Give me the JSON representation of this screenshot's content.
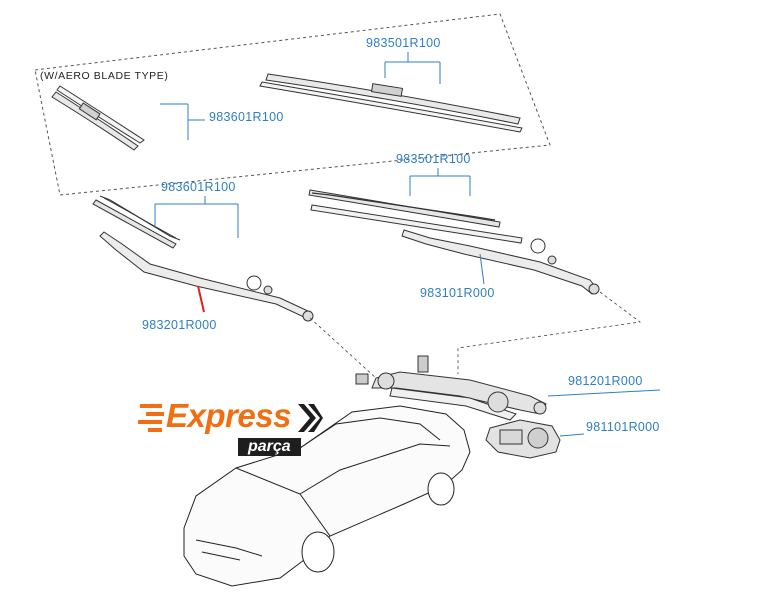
{
  "diagram": {
    "note": "(W/AERO BLADE TYPE)",
    "parts": {
      "aero_blade_driver": "983501R100",
      "aero_blade_passenger": "983601R100",
      "blade_passenger": "983601R100",
      "blade_driver": "983501R100",
      "arm_driver": "983101R000",
      "arm_passenger": "983201R000",
      "linkage": "981201R000",
      "motor": "981101R000"
    }
  },
  "watermark": {
    "main": "Express",
    "sub": "parça"
  },
  "colors": {
    "label": "#2f7fc4",
    "leader": "#2f7fc4",
    "highlight_leader": "#e02020",
    "logo_orange": "#ef6f12",
    "logo_dark": "#1e1e1e"
  }
}
